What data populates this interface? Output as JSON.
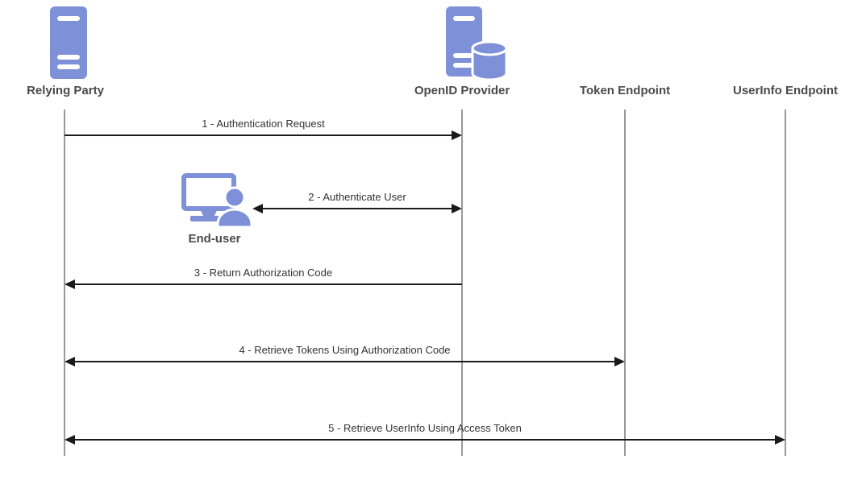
{
  "participants": [
    {
      "name": "Relying Party",
      "icon": "server"
    },
    {
      "name": "OpenID Provider",
      "icon": "server-database"
    },
    {
      "name": "Token Endpoint",
      "icon": "none"
    },
    {
      "name": "UserInfo Endpoint",
      "icon": "none"
    }
  ],
  "actor": {
    "name": "End-user",
    "icon": "user-at-computer"
  },
  "messages": [
    {
      "label": "1 - Authentication Request",
      "from": "Relying Party",
      "to": "OpenID Provider",
      "direction": "right"
    },
    {
      "label": "2 - Authenticate User",
      "from": "End-user",
      "to": "OpenID Provider",
      "direction": "both"
    },
    {
      "label": "3 - Return Authorization Code",
      "from": "OpenID Provider",
      "to": "Relying Party",
      "direction": "left"
    },
    {
      "label": "4 - Retrieve Tokens Using Authorization Code",
      "from": "Relying Party",
      "to": "Token Endpoint",
      "direction": "both"
    },
    {
      "label": "5 - Retrieve UserInfo Using Access Token",
      "from": "Relying Party",
      "to": "UserInfo Endpoint",
      "direction": "both"
    }
  ],
  "colors": {
    "icon_blue": "#7E90D8",
    "lifeline_gray": "#999999",
    "arrow_black": "#1a1a1a",
    "participant_text": "#4a4a4a",
    "message_text": "#333333",
    "bg": "#ffffff"
  }
}
